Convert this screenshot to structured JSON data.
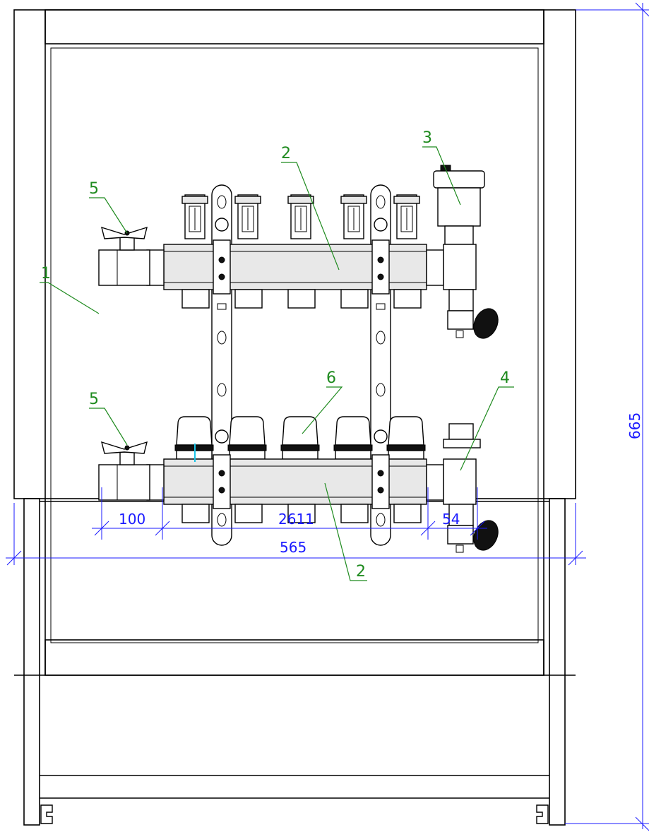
{
  "callouts": {
    "c1": "1",
    "c2_top": "2",
    "c2_bottom": "2",
    "c3": "3",
    "c4": "4",
    "c5_top": "5",
    "c5_bottom": "5",
    "c6": "6"
  },
  "dimensions": {
    "d100": "100",
    "d2611": "2611",
    "d54": "54",
    "d565": "565",
    "d665": "665"
  },
  "colors": {
    "leader": "#1e8a1e",
    "dimension": "#1a1aff",
    "outline": "#000000"
  }
}
